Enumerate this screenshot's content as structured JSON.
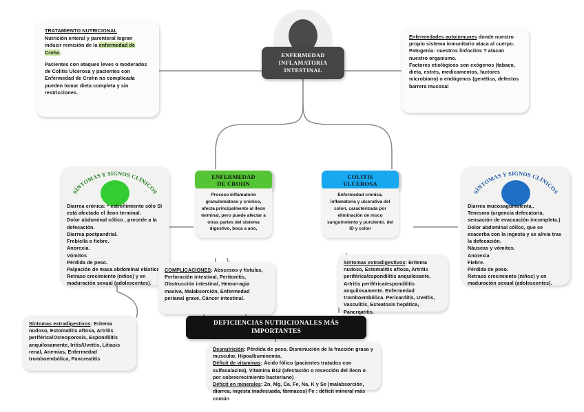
{
  "colors": {
    "root_fill": "#454545",
    "crohn_green": "#55c435",
    "colitis_blue": "#18a8f0",
    "circle_green": "#33cc33",
    "circle_blue": "#1f6fc4",
    "banner_black": "#111111",
    "highlight_green": "#cfe8a6",
    "connector_gray": "#8a8a8a"
  },
  "root": {
    "label": "ENFERMEDAD INFLAMATORIA INTESTINAL",
    "lines": [
      "ENFERMEDAD",
      "INFLAMATORIA",
      "INTESTINAL"
    ]
  },
  "left_note": {
    "title": "TRATAMIENTO NUTRICIONAL",
    "para1_pre": "Nutrición enteral y parenteral logran inducir remisión de la ",
    "para1_highlight": "enfermedad de Crohn",
    "para1_post": ".",
    "para2": "Pacientes con ataques leves   o moderados de Colitis Ulcerosa y pacientes con Enfermedad de Crohn no complicada  pueden tomar dieta completa y sin restricciones."
  },
  "right_note": {
    "title": "Enfermedades autoinmunes",
    "line1_post": " donde nuestro propio sistema inmunitario ataca al cuerpo.",
    "line2": "Patogenia: nuestros linfocitos T atacan nuestro organismo.",
    "line3": "Factores etiológicos son exógenos (tabaco, dieta, estrés, medicamentos, factores  microbiano) o endógenos (genética, defectos barrera mucosal"
  },
  "branches": [
    {
      "id": "crohn",
      "title_lines": [
        "ENFERMEDAD",
        "DE CROHN"
      ],
      "header_color": "#55c435",
      "description": "Proceso inflamatorio granulomatoso y crónico, afecta principalmente al íleon terminal, pero puede afectar a otras partes del sistema digestivo, boca a ano,"
    },
    {
      "id": "colitis",
      "title_lines": [
        "COLITIS",
        "ULCEROSA"
      ],
      "header_color": "#18a8f0",
      "description": "Enfermedad crónica, inflamatoria y ulcerativa del colon, caracterizada por eliminación de  moco sanguinolento y purulento. del ID y colon"
    }
  ],
  "symptoms_left": {
    "arc_title": "SÍNTOMAS Y SIGNOS CLÍNICOS",
    "circle_color": "#33cc33",
    "items": [
      "Diarrea crónica: * estreñimiento sólo SI está afectado el íleon terminal.",
      "Dolor abdominal cólico , precede a la defecación.",
      "Diarrea postpandrial.",
      "Frebícila o fiebre.",
      "Anorexia.",
      "Vómitos",
      "Pérdida de peso.",
      "Palpación de masa abdominal elástica .",
      "Retraso crecimiento  (niños) y en maduración sexual (adolescentes)."
    ]
  },
  "symptoms_right": {
    "arc_title": "SÍNTOMAS Y SIGNOS CLÍNICOS",
    "circle_color": "#1f6fc4",
    "items": [
      "Diarrea mucosaguinolenta,.",
      "Tenesmo (urgencia defecatoria, sensación de evacuación incompleta.)",
      "Dolor abdominal cólico, que se exacerba con la ingesta y se alivia tras la defecación.",
      "Náuseas y vómitos.",
      "Anorexia",
      "Fiebre.",
      "Pérdida de peso.",
      "Retraso crecimiento (niños) y en maduración sexual (adolescentes)."
    ]
  },
  "complications": {
    "label": "COMPLICACIONES",
    "text": ": Abscesos y fístulas, Perforación intestinal, Peritonitis, Obstrucción intestinal, Hemorragia masiva, Malabsorción, Enfermedad perianal grave, Cáncer intestinal."
  },
  "extradigestive_left": {
    "label": "Síntomas extradigestivos",
    "text": ": Eritema nudoso, Estomatitis aftosa, Artritis periférica/Osteoporosis, Espondilitis anquilosamente, Iritis/Uveítis, Litiasis renal, Anemias, Enfermedad tromboembólica,  Pancreatitis"
  },
  "extradigestive_right": {
    "label": "Síntomas extradigestivos",
    "text": ": Eritema nudoso, Estomatitis aftosa, Artritis periférica/espondilitis anquilosante, Artritis periférica/espondilitis anquilosamente. Enfermedad tromboembólica. Pericarditis, Uveítis, Vasculitis, Esteatosis hepática, Pancreatitis."
  },
  "banner": {
    "lines": [
      "DEFICIENCIAS NUTRICIONALES MÁS",
      "IMPORTANTES"
    ],
    "label": "DEFICIENCIAS NUTRICIONALES MÁS IMPORTANTES"
  },
  "deficiencies": {
    "items": [
      {
        "label": "Desnutrición",
        "text": ": Pérdida de  peso, Disminución de la fracción grasa y muscular,  Hipoalbuminemia."
      },
      {
        "label": "Déficit de vitaminas",
        "text": ": Ácido fólico (pacientes tratados con sulfasalazina), Vitamina B12 (afectación o resección del íleon o por sobrecrecimiento bacteriano)"
      },
      {
        "label": "Déficit en minerales",
        "text": ": Zn, Mg, Ca, Fe, Na, K y Se (malabsorción, diarrea, ingesta inadecuada, fármacos) Fe : déficit mineral más común"
      }
    ]
  }
}
